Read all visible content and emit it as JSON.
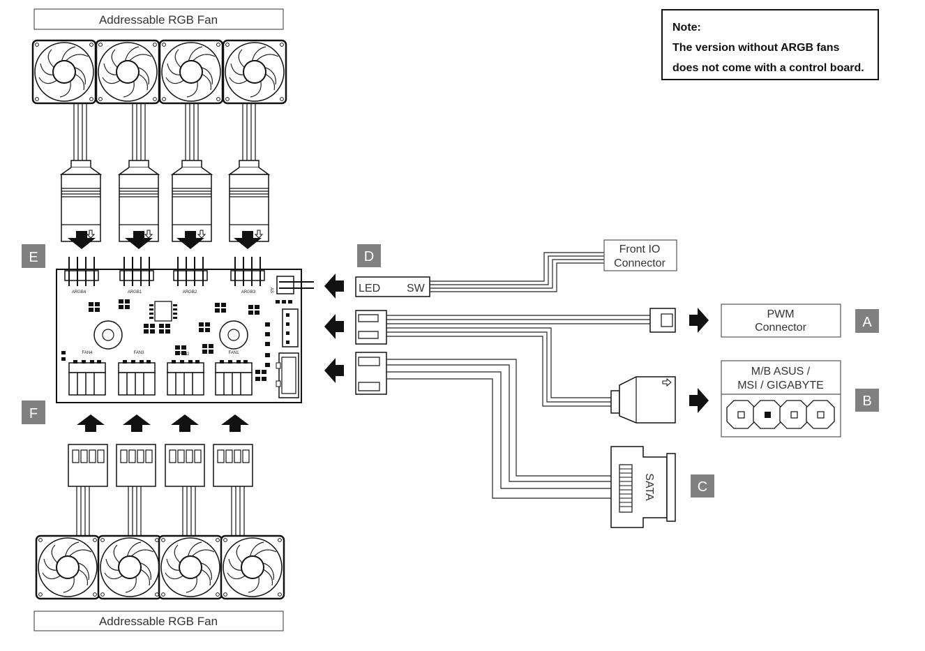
{
  "fan_label_top": "Addressable RGB Fan",
  "fan_label_bottom": "Addressable RGB Fan",
  "note": {
    "title": "Note:",
    "line1": "The version without ARGB fans",
    "line2": "does not come with a control board."
  },
  "badges": {
    "A": "A",
    "B": "B",
    "C": "C",
    "D": "D",
    "E": "E",
    "F": "F"
  },
  "board": {
    "argb_headers": [
      "ARGB4",
      "ARGB1",
      "ARGB2",
      "ARGB3"
    ],
    "fan_headers": [
      "FAN4",
      "FAN3",
      "FAN2",
      "FAN1"
    ],
    "small_label": "AS"
  },
  "connectors": {
    "front_io_line1": "Front IO",
    "front_io_line2": "Connector",
    "led": "LED",
    "sw": "SW",
    "pwm_line1": "PWM",
    "pwm_line2": "Connector",
    "mb_line1": "M/B ASUS /",
    "mb_line2": "MSI / GIGABYTE",
    "sata": "SATA"
  },
  "colors": {
    "badge": "#808080",
    "line": "#222222",
    "arrow": "#111111"
  }
}
